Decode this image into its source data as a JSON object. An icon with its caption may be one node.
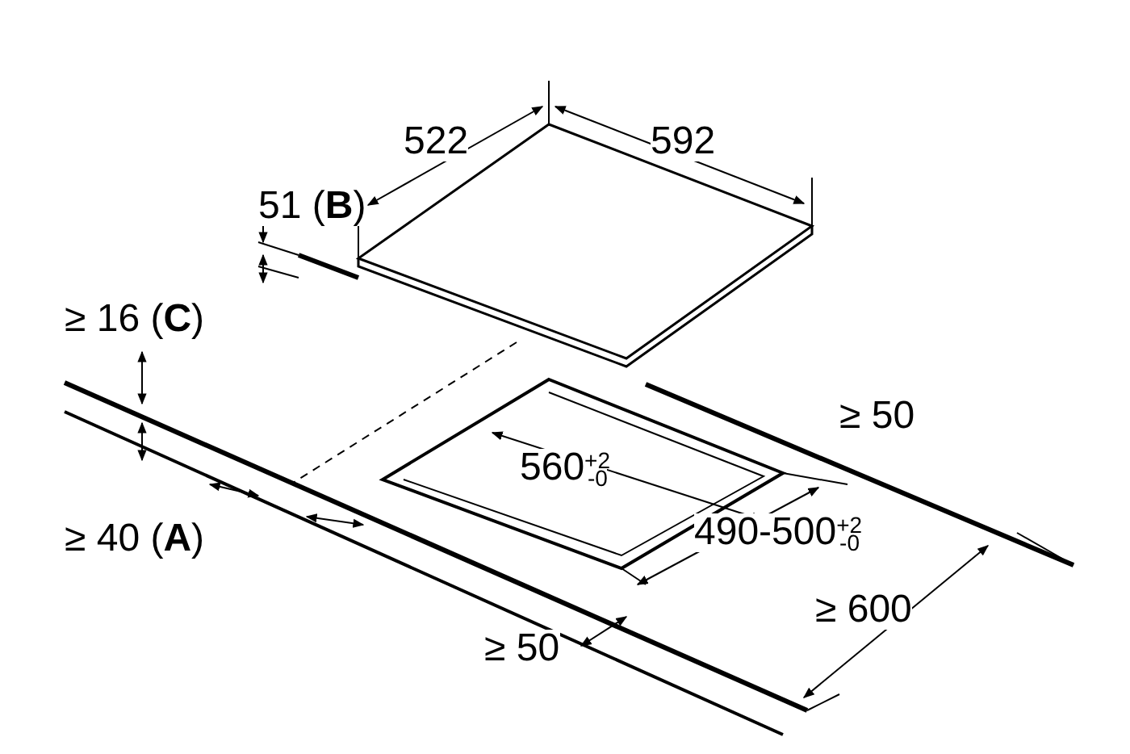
{
  "diagram": {
    "labels": [
      "522",
      "592",
      "51 (**B**)",
      "≥ 16 (**C**)",
      "≥ 50",
      "560$^{+2}$$_{-0}$",
      "≥ 40 (**A**)",
      "490-500$^{+2}$$_{-0}$",
      "≥ 600",
      "≥ 50"
    ]
  }
}
